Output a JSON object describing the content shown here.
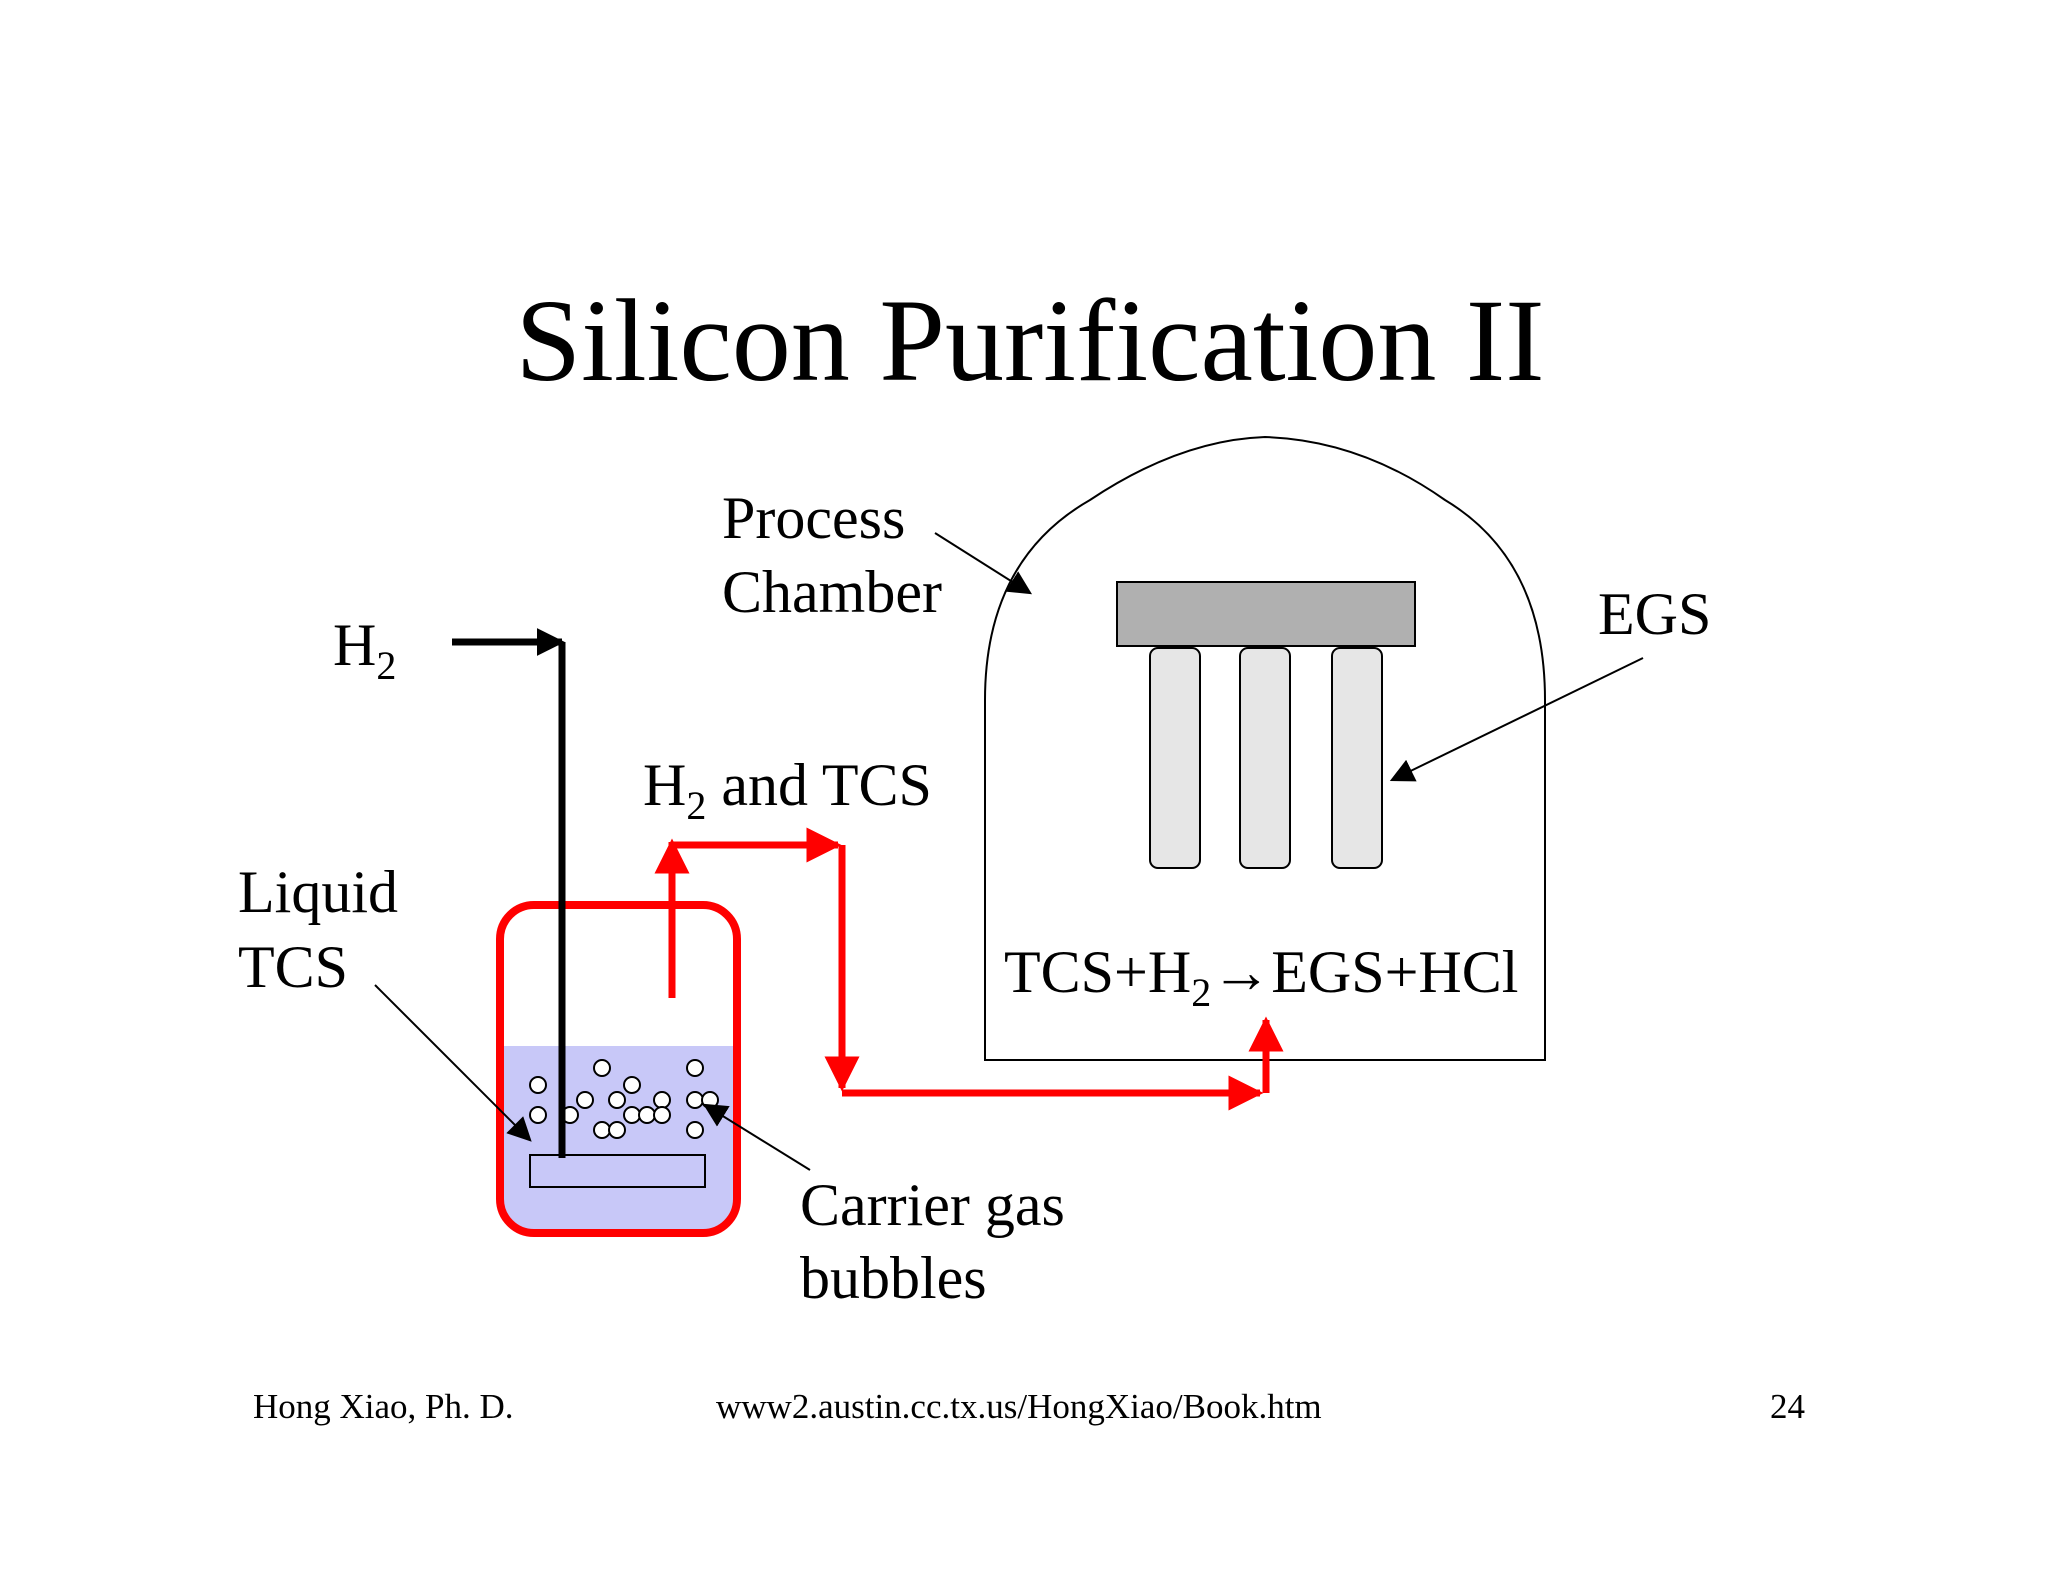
{
  "title": "Silicon Purification II",
  "labels": {
    "h2_main": "H",
    "h2_sub": "2",
    "process_line1": "Process",
    "process_line2": "Chamber",
    "egs": "EGS",
    "h2tcs_main": "H",
    "h2tcs_sub": "2",
    "h2tcs_rest": " and TCS",
    "liquid_line1": "Liquid",
    "liquid_line2": "TCS",
    "carrier_line1": "Carrier gas",
    "carrier_line2": "bubbles"
  },
  "reaction": {
    "part1": "TCS+H",
    "sub": "2",
    "arrow": "→",
    "part2": "EGS+HCl"
  },
  "footer": {
    "author": "Hong Xiao, Ph. D.",
    "url": "www2.austin.cc.tx.us/HongXiao/Book.htm",
    "page": "24"
  },
  "colors": {
    "flow": "#ff0000",
    "liquid": "#c8c8f8",
    "holder": "#b0b0b0",
    "rod": "#e6e6e6",
    "line": "#000000"
  }
}
